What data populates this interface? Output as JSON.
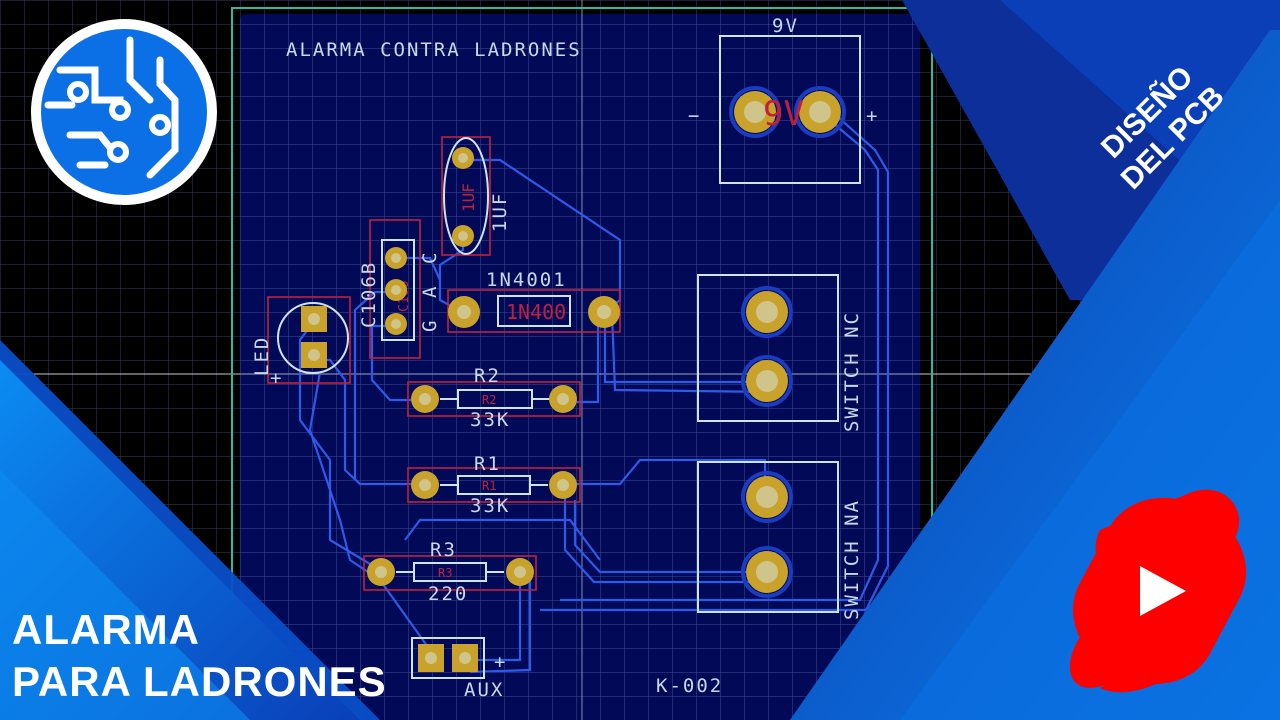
{
  "board": {
    "title": "ALARMA CONTRA LADRONES",
    "code": "K-002"
  },
  "components": {
    "battery_label": "9V",
    "battery_minus": "−",
    "battery_plus": "+",
    "battery_ref": "9V",
    "cap_ref": "1UF",
    "cap_value": "1UF",
    "scr_ref": "C106B",
    "scr_pins": [
      "C",
      "A",
      "G"
    ],
    "scr_body": "C106",
    "diode_ref": "1N4001",
    "diode_body": "1N400",
    "led_ref": "LED",
    "led_plus": "+",
    "r2_ref": "R2",
    "r2_body": "R2",
    "r2_value": "33K",
    "r1_ref": "R1",
    "r1_body": "R1",
    "r1_value": "33K",
    "r3_ref": "R3",
    "r3_body": "R3",
    "r3_value": "220",
    "sw_nc": "SWITCH NC",
    "sw_na": "SWITCH NA",
    "aux_label": "AUX",
    "aux_plus": "+"
  },
  "overlay": {
    "title_line1": "ALARMA",
    "title_line2": "PARA LADRONES",
    "side_line1": "DISEÑO",
    "side_line2": "DEL PCB"
  },
  "colors": {
    "board_fill": "#020a57",
    "grid_line": "#3a3f66",
    "silkscreen": "#cfe3ef",
    "pad": "#c9a22b",
    "trace": "#2f59e8",
    "accent_blue": "#0b6fe6",
    "shorts_red": "#ff0000"
  },
  "icons": {
    "logo": "circuit-logo-icon",
    "shorts": "youtube-shorts-icon"
  }
}
